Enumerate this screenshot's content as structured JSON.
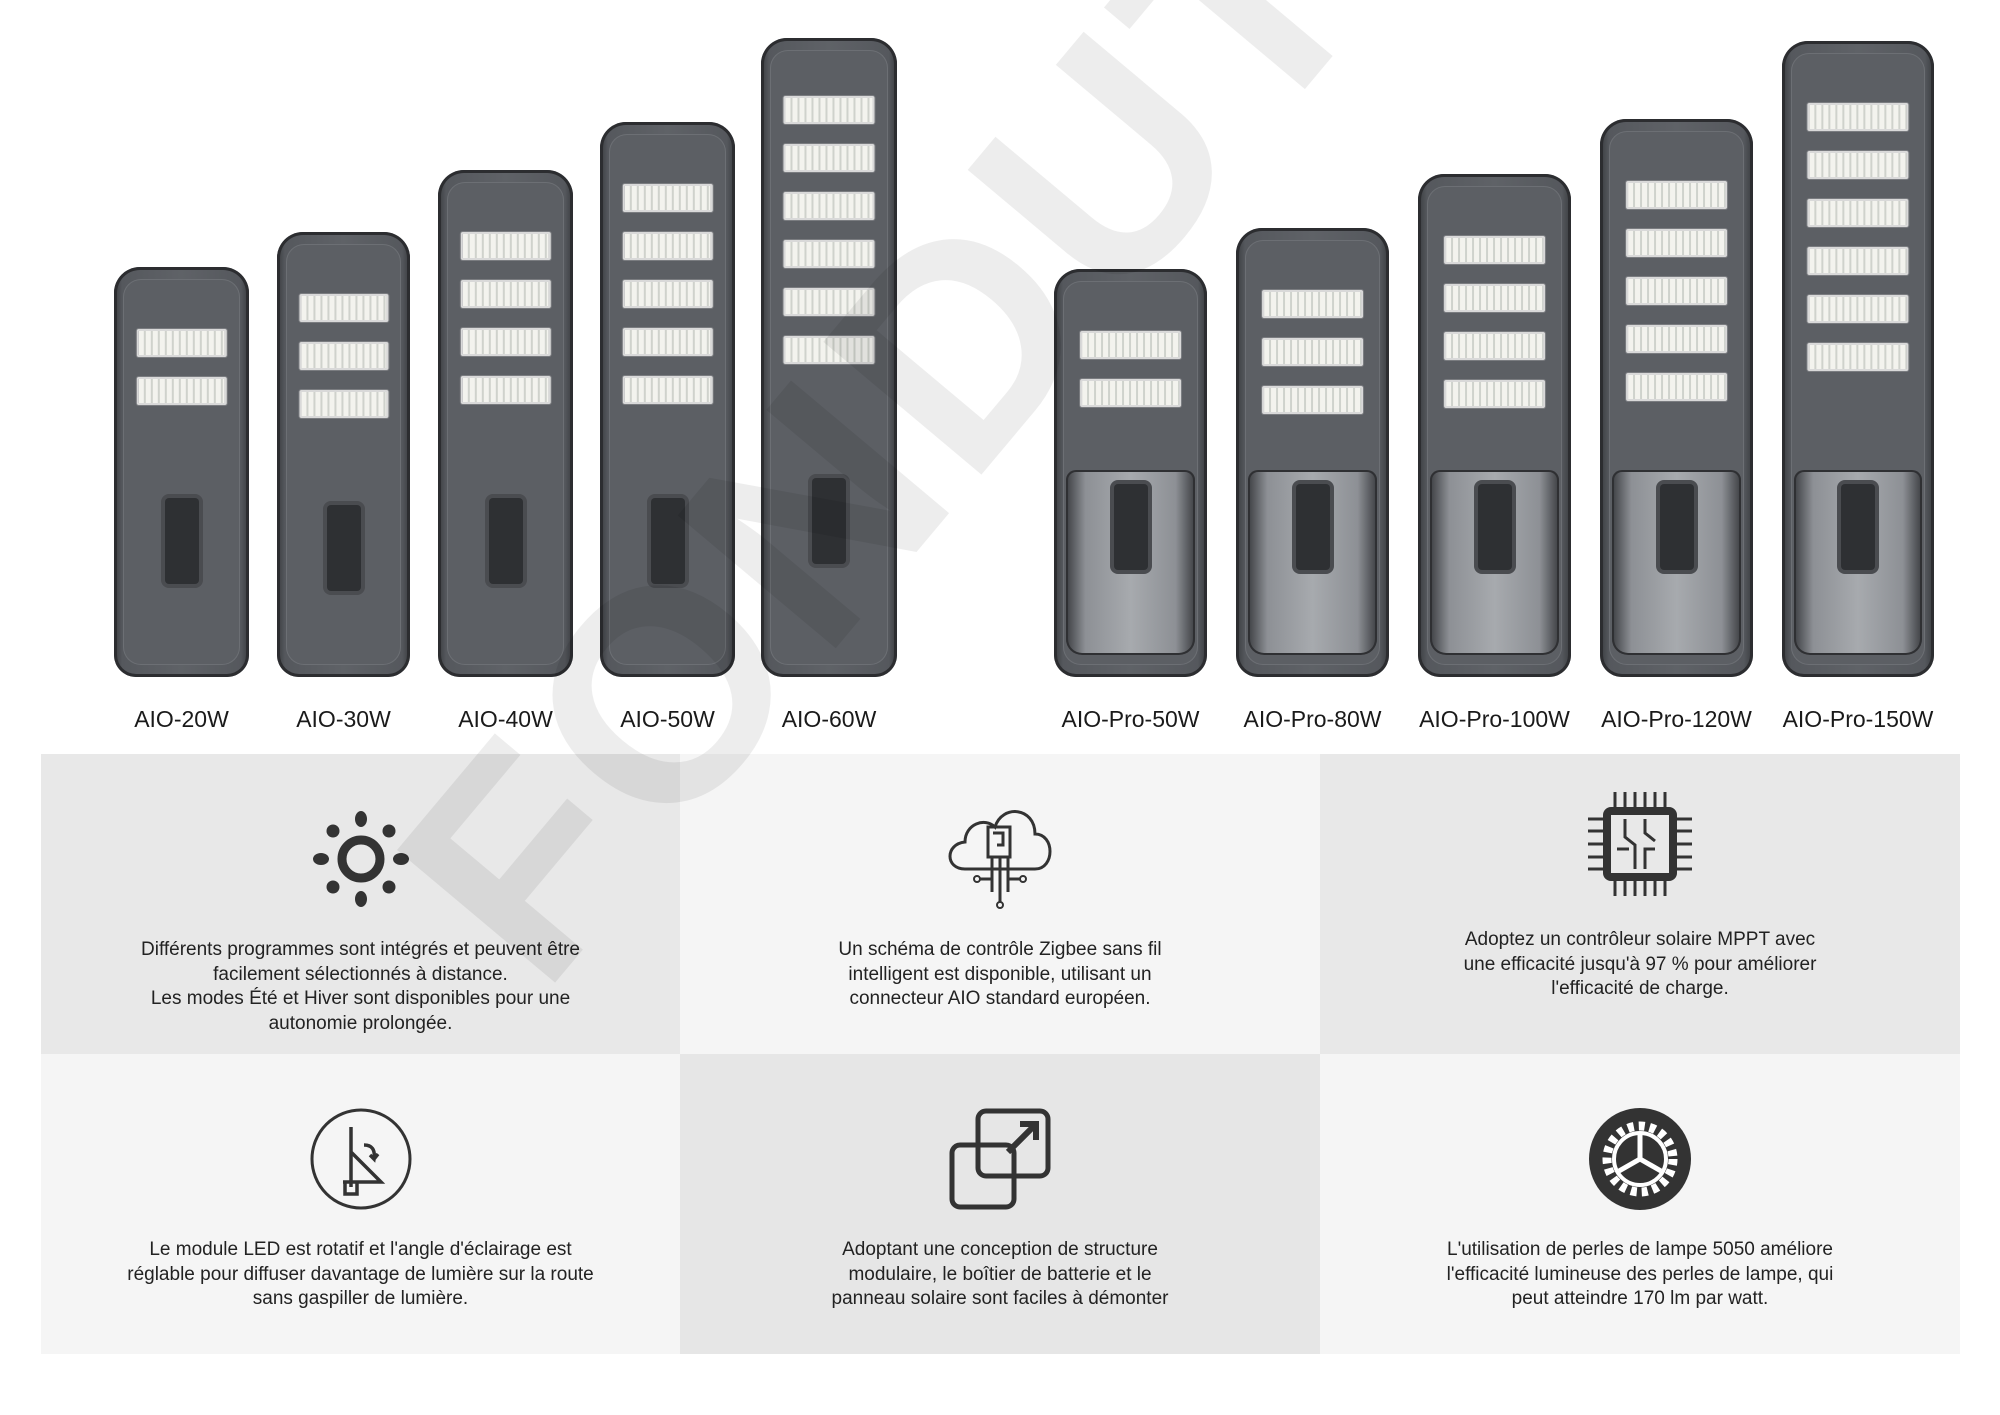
{
  "watermark": "FONDUTEC",
  "standard_series": [
    {
      "label": "AIO-20W",
      "modules": 2
    },
    {
      "label": "AIO-30W",
      "modules": 3
    },
    {
      "label": "AIO-40W",
      "modules": 4
    },
    {
      "label": "AIO-50W",
      "modules": 5
    },
    {
      "label": "AIO-60W",
      "modules": 6
    }
  ],
  "pro_series": [
    {
      "label": "AIO-Pro-50W",
      "modules": 2
    },
    {
      "label": "AIO-Pro-80W",
      "modules": 3
    },
    {
      "label": "AIO-Pro-100W",
      "modules": 4
    },
    {
      "label": "AIO-Pro-120W",
      "modules": 5
    },
    {
      "label": "AIO-Pro-150W",
      "modules": 6
    }
  ],
  "features": [
    {
      "icon": "sun-icon",
      "text": "Différents programmes sont intégrés et peuvent être facilement sélectionnés à distance.\nLes modes Été et Hiver sont disponibles pour une autonomie prolongée."
    },
    {
      "icon": "cloud-circuit-icon",
      "text": "Un schéma de contrôle Zigbee sans fil intelligent est disponible, utilisant un connecteur AIO standard européen."
    },
    {
      "icon": "chip-icon",
      "text": "Adoptez un contrôleur solaire MPPT avec une efficacité jusqu'à 97 % pour améliorer l'efficacité de charge."
    },
    {
      "icon": "rotate-angle-icon",
      "text": "Le module LED est rotatif et l'angle d'éclairage est réglable pour diffuser davantage de lumière sur la route sans gaspiller de lumière."
    },
    {
      "icon": "modular-icon",
      "text": "Adoptant une conception de structure modulaire, le boîtier de batterie et le panneau solaire sont faciles à démonter"
    },
    {
      "icon": "gear-icon",
      "text": "L'utilisation de perles de lampe 5050 améliore l'efficacité lumineuse des perles de lampe, qui peut atteindre 170 lm par watt."
    }
  ]
}
